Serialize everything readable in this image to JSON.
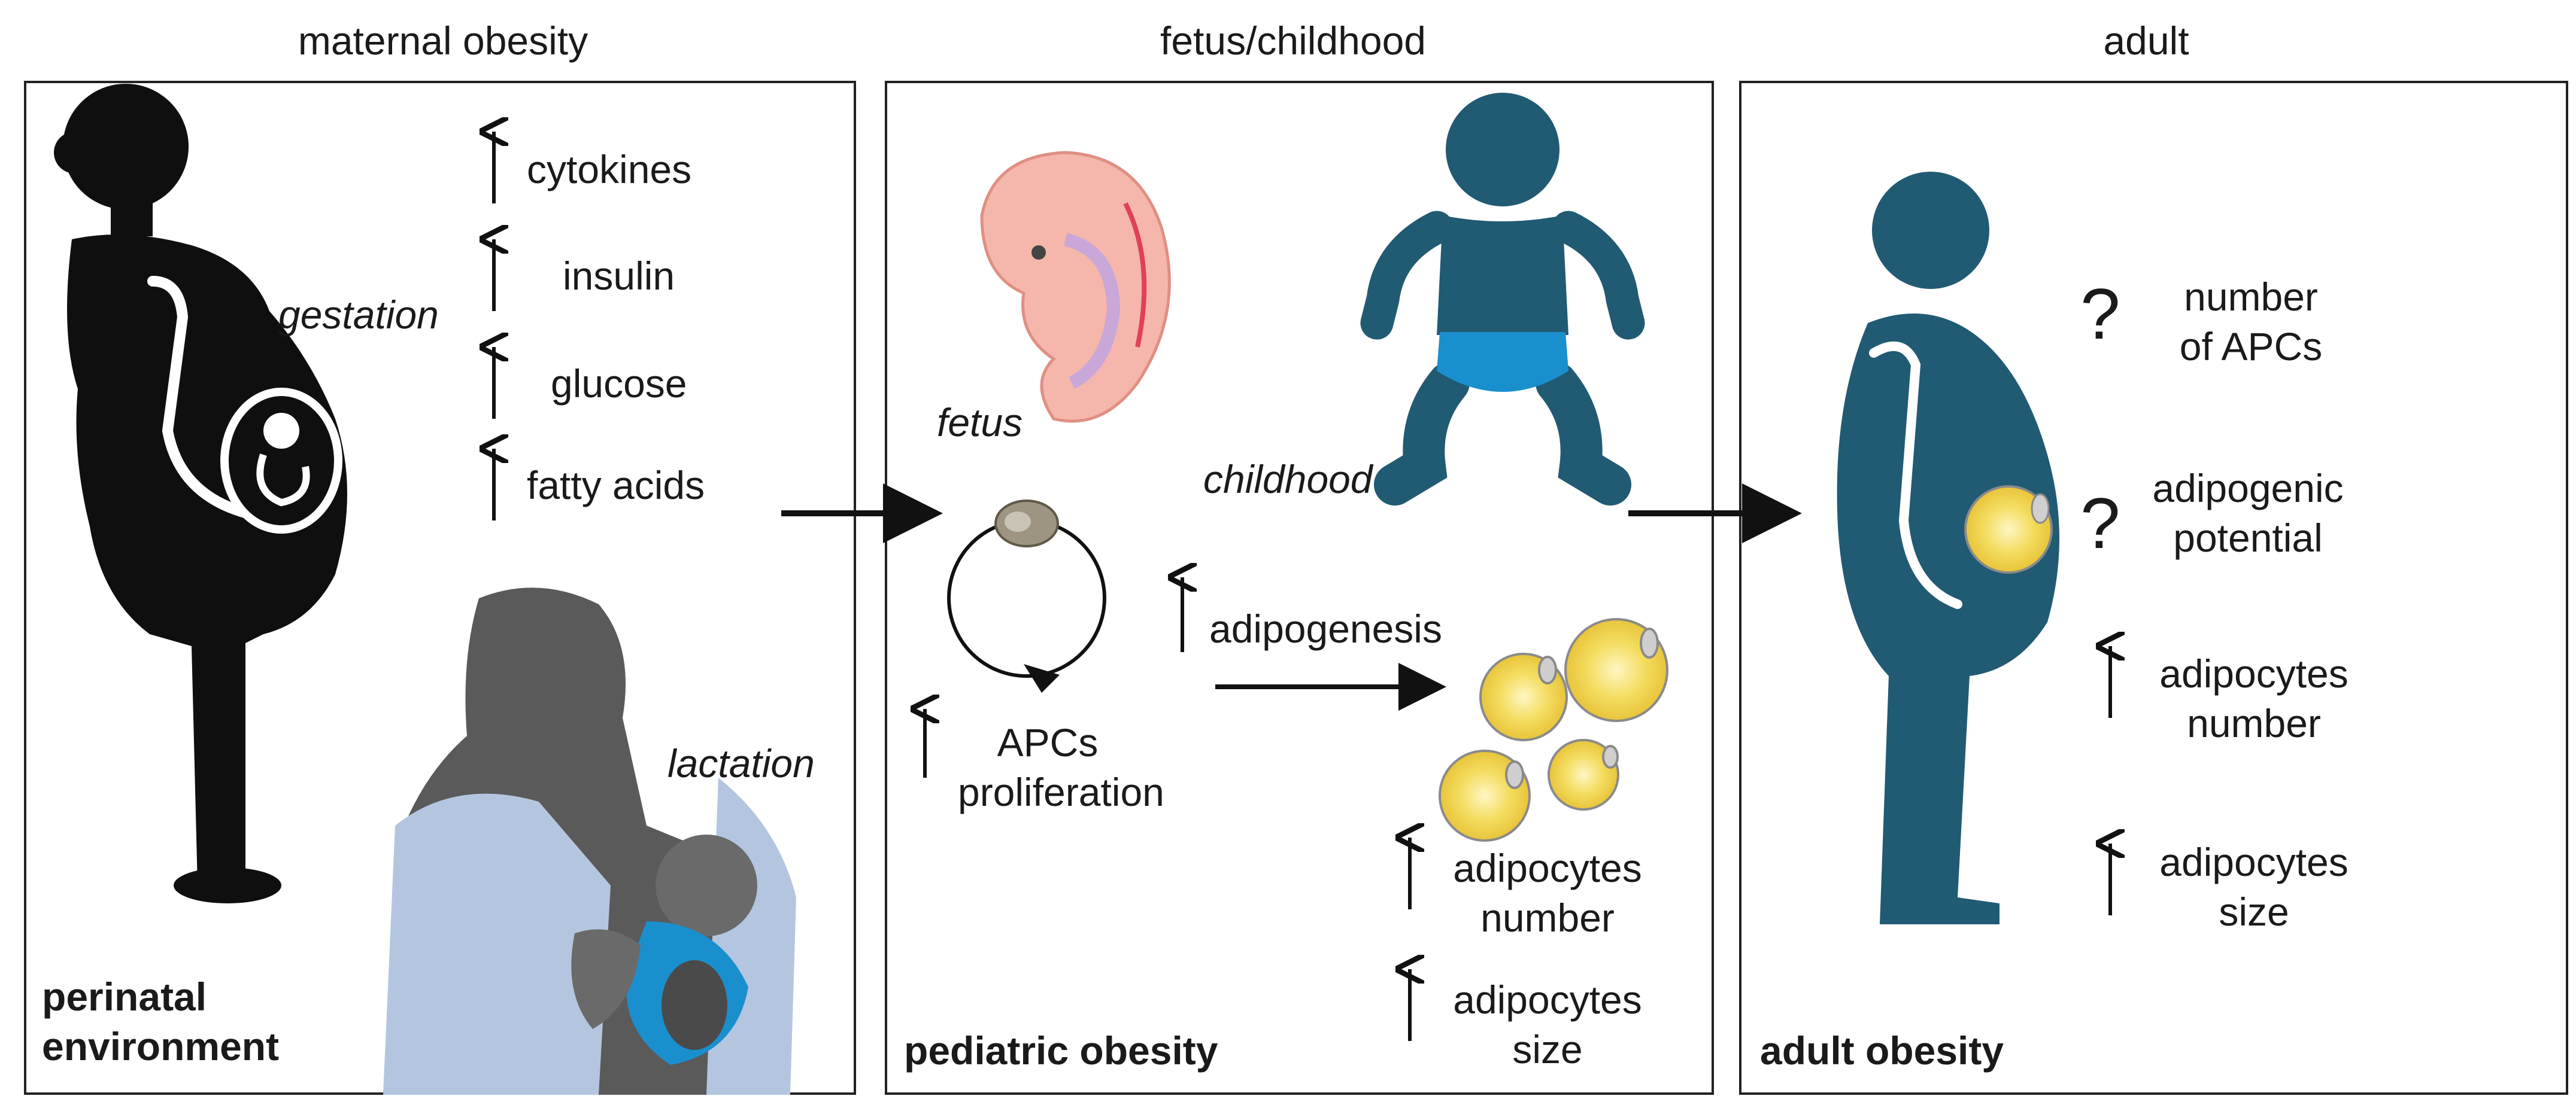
{
  "maternal": {
    "header": "maternal obesity",
    "gestation": "gestation",
    "lactation": "lactation",
    "factors": [
      "cytokines",
      "insulin",
      "glucose",
      "fatty acids"
    ],
    "footer": [
      "perinatal",
      "environment"
    ]
  },
  "pediatric": {
    "header": "fetus/childhood",
    "fetus": "fetus",
    "childhood": "childhood",
    "adipogenesis": "adipogenesis",
    "apcs_line1": "APCs",
    "apcs_line2": "proliferation",
    "adipocytes_number": [
      "adipocytes",
      "number"
    ],
    "adipocytes_size": [
      "adipocytes",
      "size"
    ],
    "footer": "pediatric obesity"
  },
  "adult": {
    "header": "adult",
    "question_mark": "?",
    "number_apcs": [
      "number",
      "of APCs"
    ],
    "adipogenic_potential": [
      "adipogenic",
      "potential"
    ],
    "adipocytes_number": [
      "adipocytes",
      "number"
    ],
    "adipocytes_size": [
      "adipocytes",
      "size"
    ],
    "footer": "adult obesity"
  },
  "colors": {
    "silhouette_black": "#0f0f0f",
    "teal": "#215a73",
    "diaper_blue": "#1a8fce",
    "fat_yellow": "#f2d84c",
    "fetus_pink": "#f5b7ab",
    "mother_gray": "#5a5a5a",
    "blanket_blue": "#b4c6df"
  },
  "icons": [
    "up-arrow-icon",
    "right-arrow-icon",
    "cycle-arrow-icon",
    "question-mark-icon"
  ]
}
